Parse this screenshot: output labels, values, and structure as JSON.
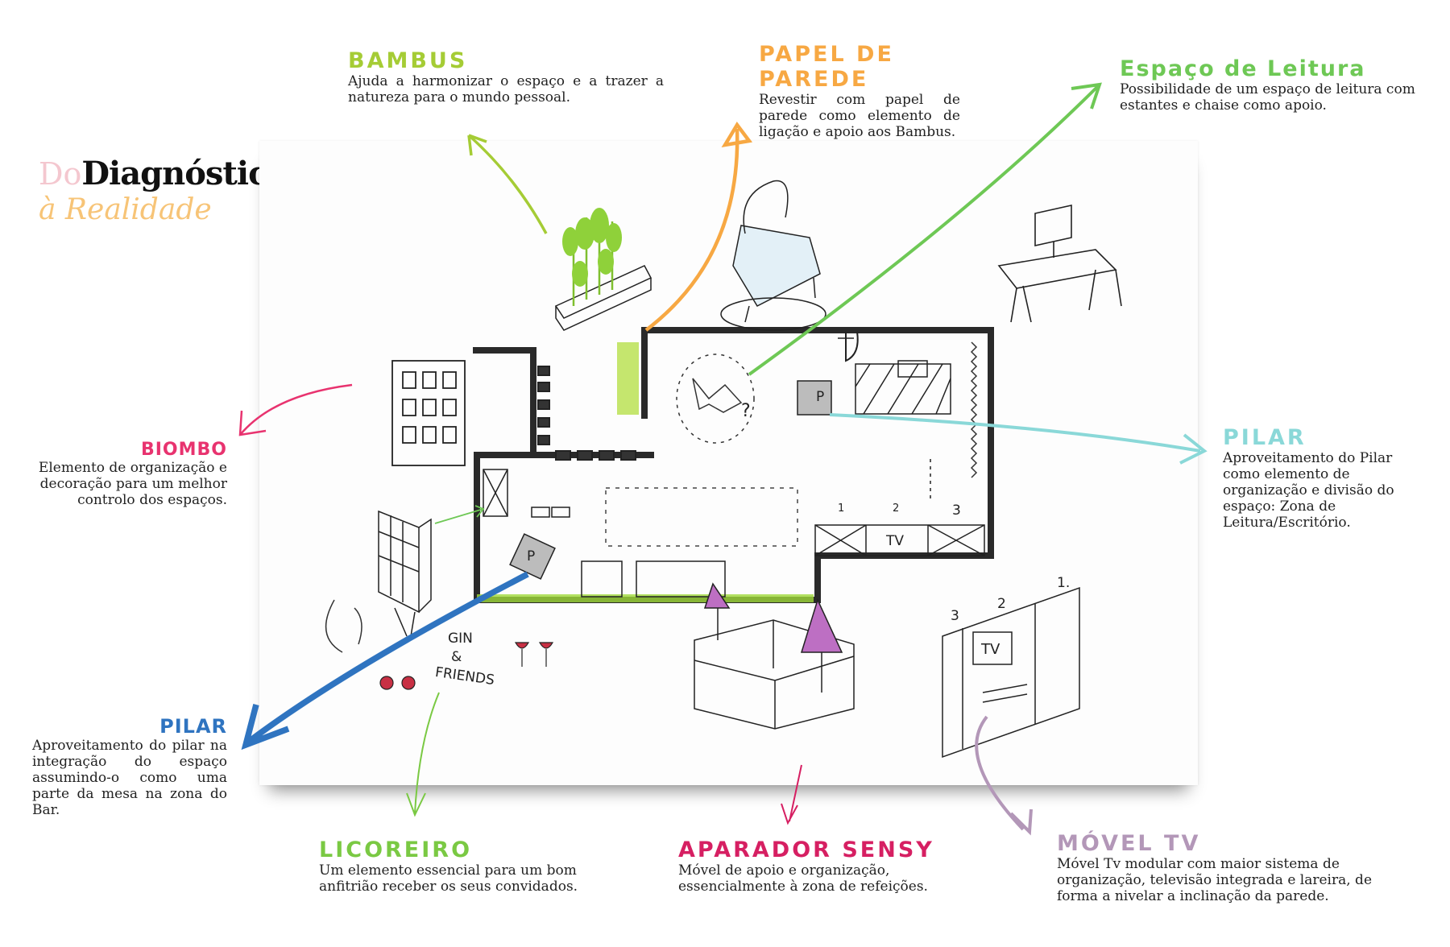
{
  "hero": {
    "do": "Do",
    "diagnostico": "Diagnóstico",
    "realidade": "à Realidade"
  },
  "colors": {
    "bambus": "#a5cc35",
    "papel": "#f7a843",
    "leitura": "#6ec855",
    "pilar_right": "#8ad8d8",
    "biombo": "#e8336f",
    "pilar_left": "#2f74c0",
    "licoreiro": "#7ac943",
    "aparador": "#d61f62",
    "movel_tv": "#b397b8"
  },
  "annotations": {
    "bambus": {
      "title": "BAMBUS",
      "text": "Ajuda a harmonizar o espaço e a trazer a natureza para o mundo pessoal."
    },
    "papel": {
      "title": "PAPEL DE PAREDE",
      "text": "Revestir com papel de parede como elemento de ligação e apoio aos Bambus."
    },
    "leitura": {
      "title": "Espaço de Leitura",
      "text": "Possibilidade de um espaço de leitura com estantes e chaise como apoio."
    },
    "pilar_right": {
      "title": "PILAR",
      "text": "Aproveitamento do Pilar como elemento de organização e divisão do espaço: Zona de Leitura/Escritório."
    },
    "biombo": {
      "title": "BIOMBO",
      "text": "Elemento de organização e decoração para um melhor controlo dos espaços."
    },
    "pilar_left": {
      "title": "PILAR",
      "text": "Aproveitamento do pilar na integração do espaço assumindo-o como uma parte da mesa na zona do Bar."
    },
    "licoreiro": {
      "title": "LICOREIRO",
      "text": "Um elemento essencial para um bom anfitrião receber os seus convidados."
    },
    "aparador": {
      "title": "APARADOR SENSY",
      "text": "Móvel de apoio e organização, essencialmente à zona de refeições."
    },
    "movel_tv": {
      "title": "MÓVEL TV",
      "text": "Móvel Tv modular com maior sistema de organização, televisão integrada e lareira, de forma a nivelar a inclinação da parede."
    }
  },
  "sketch_labels": {
    "pillar_p": "P",
    "tv": "TV",
    "num1": "1",
    "num2": "2",
    "num3": "3",
    "question": "?",
    "gin": "GIN",
    "amp": "&",
    "friends": "FRIENDS",
    "tv_unit_1": "1.",
    "tv_unit_2": "2",
    "tv_unit_3": "3"
  }
}
